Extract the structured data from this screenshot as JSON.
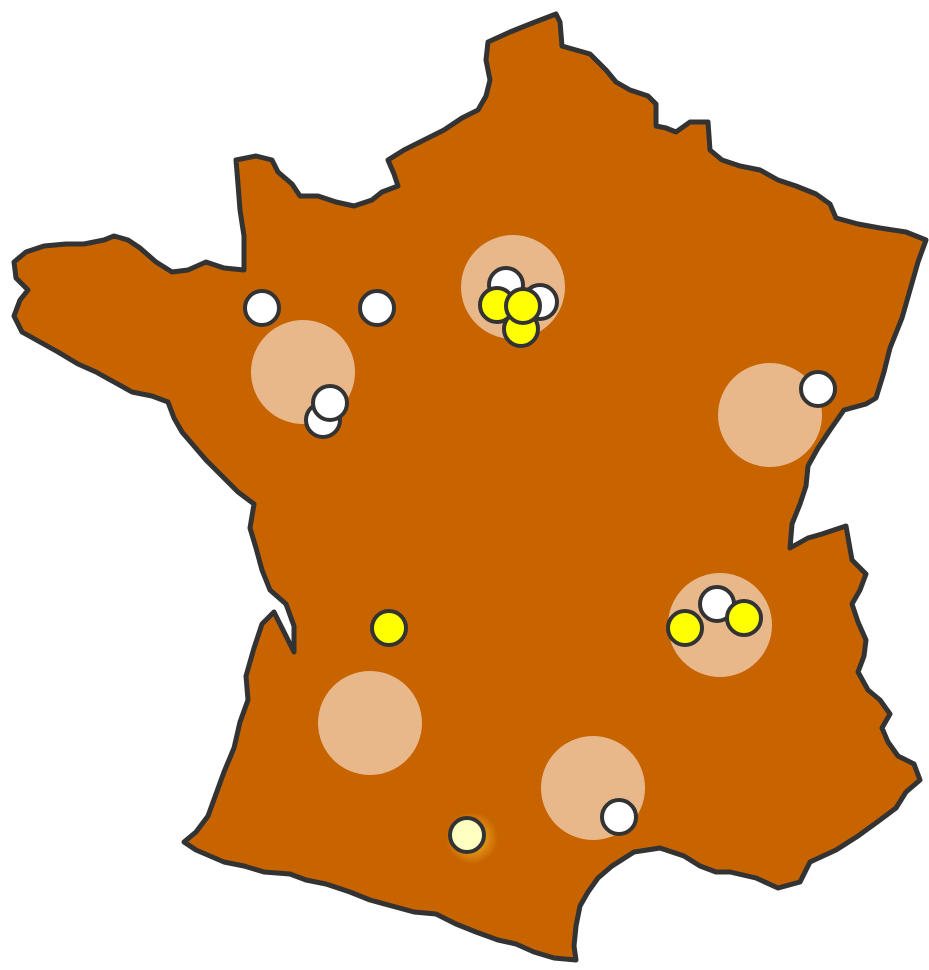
{
  "map": {
    "region": "France",
    "colors": {
      "land": "#c86400",
      "border": "#333333",
      "zone": "#e8b88a",
      "marker_white": "#ffffff",
      "marker_yellow": "#ffff00",
      "marker_pale": "#ffffc0"
    },
    "zones": [
      {
        "id": "zone-paris"
      },
      {
        "id": "zone-rennes"
      },
      {
        "id": "zone-nancy"
      },
      {
        "id": "zone-lyon"
      },
      {
        "id": "zone-bordeaux"
      },
      {
        "id": "zone-montpellier"
      }
    ],
    "markers": [
      {
        "id": "marker-brest",
        "kind": "white"
      },
      {
        "id": "marker-caen",
        "kind": "white"
      },
      {
        "id": "marker-rennes-1",
        "kind": "white"
      },
      {
        "id": "marker-rennes-2",
        "kind": "white"
      },
      {
        "id": "marker-paris-white-1",
        "kind": "white"
      },
      {
        "id": "marker-paris-white-2",
        "kind": "white"
      },
      {
        "id": "marker-paris-yellow-1",
        "kind": "yellow"
      },
      {
        "id": "marker-paris-yellow-2",
        "kind": "yellow"
      },
      {
        "id": "marker-paris-yellow-3",
        "kind": "yellow"
      },
      {
        "id": "marker-strasbourg",
        "kind": "white"
      },
      {
        "id": "marker-limoges",
        "kind": "yellow"
      },
      {
        "id": "marker-lyon-white",
        "kind": "white"
      },
      {
        "id": "marker-lyon-yellow-1",
        "kind": "yellow"
      },
      {
        "id": "marker-lyon-yellow-2",
        "kind": "yellow"
      },
      {
        "id": "marker-toulouse",
        "kind": "selected"
      },
      {
        "id": "marker-montpellier",
        "kind": "white"
      }
    ]
  }
}
